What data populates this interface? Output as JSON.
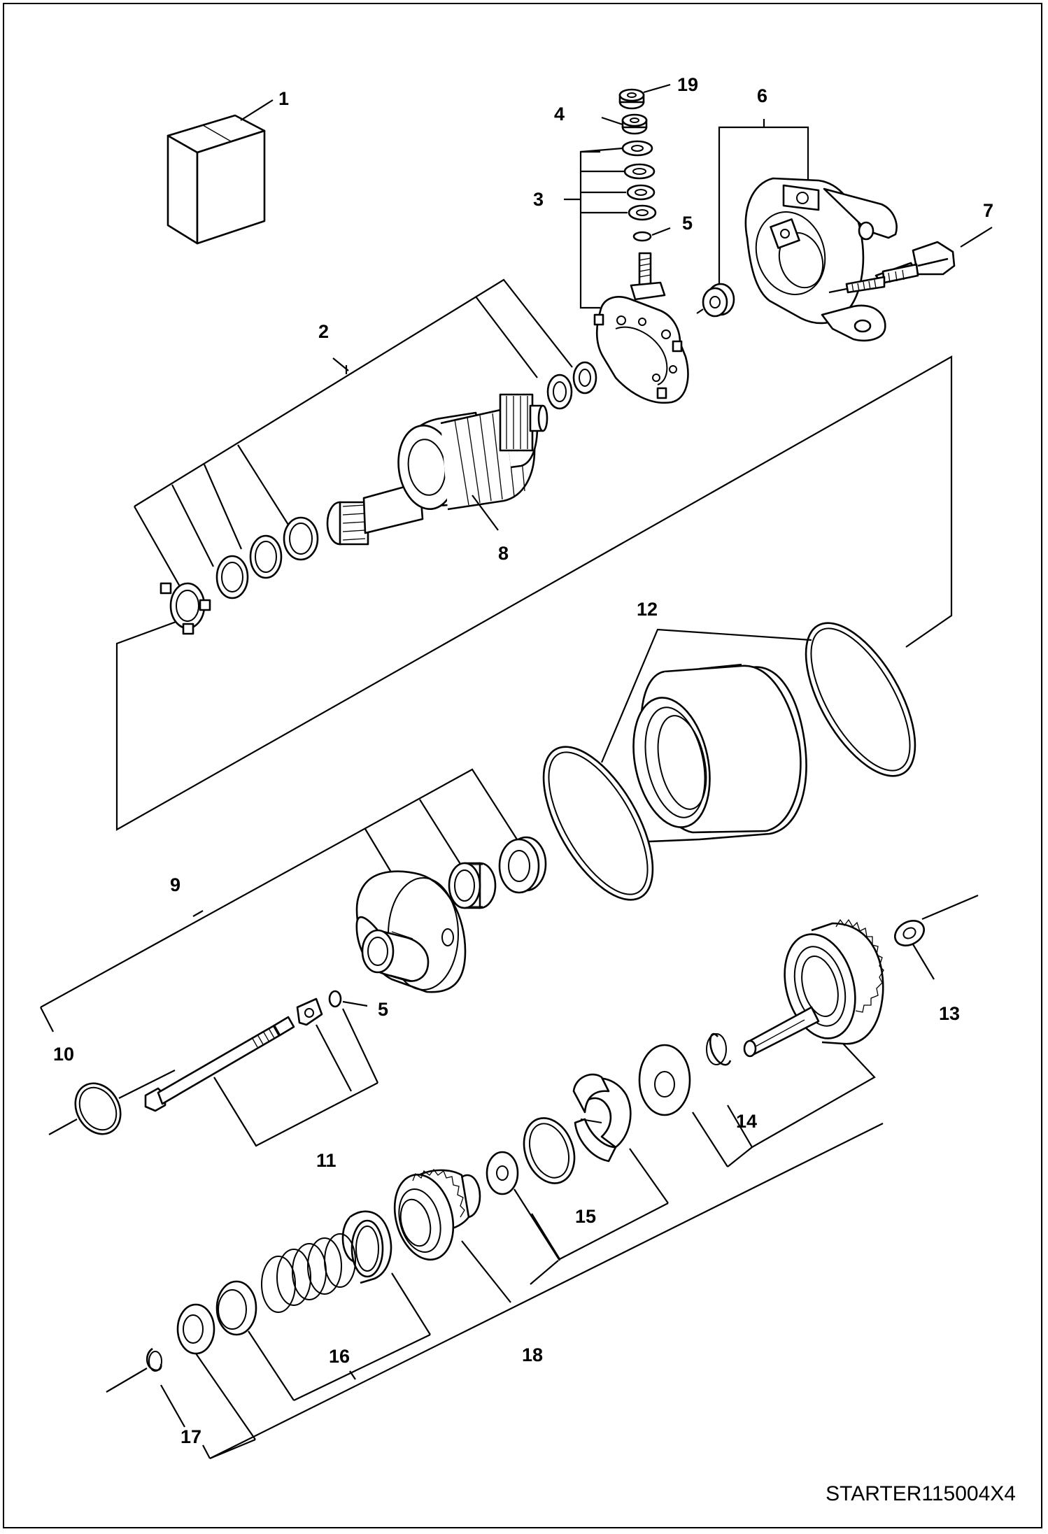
{
  "diagram": {
    "caption": "STARTER115004X4",
    "callouts": [
      "1",
      "2",
      "3",
      "4",
      "5",
      "5",
      "6",
      "7",
      "8",
      "9",
      "10",
      "11",
      "12",
      "13",
      "14",
      "15",
      "16",
      "17",
      "18",
      "19"
    ]
  }
}
